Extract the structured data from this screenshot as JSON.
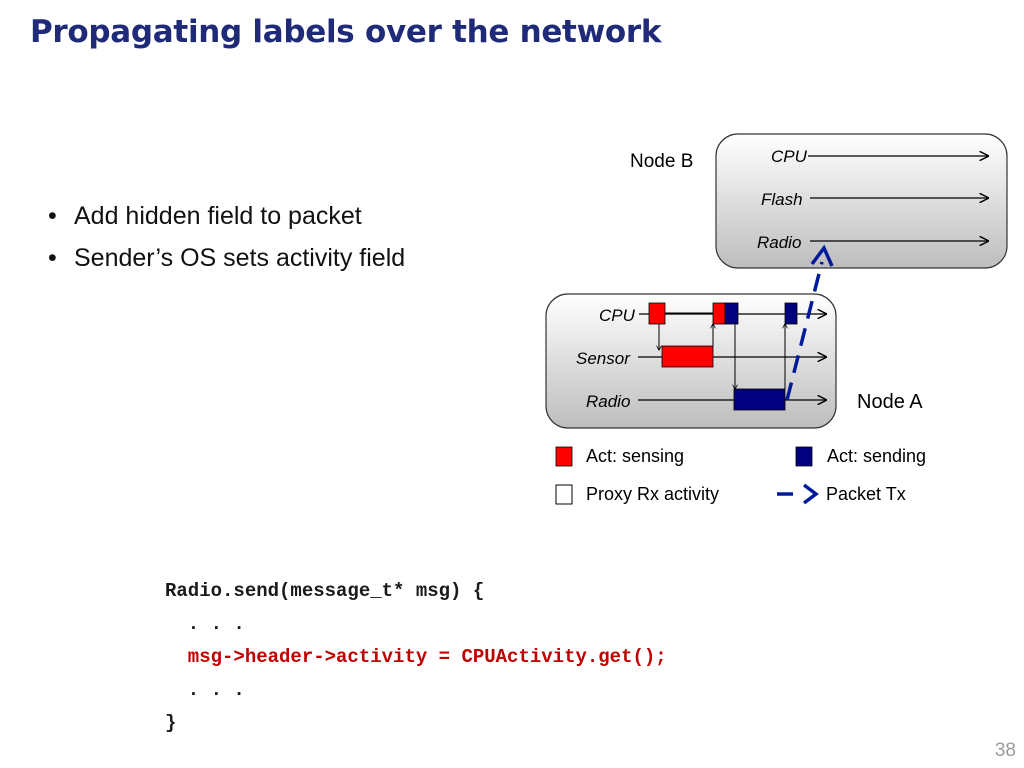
{
  "slide": {
    "title": "Propagating labels over the network",
    "bullets": [
      "Add hidden field to packet",
      "Sender’s OS sets activity field"
    ],
    "page_number": "38"
  },
  "diagram": {
    "node_b": {
      "label": "Node B",
      "rows": [
        "CPU",
        "Flash",
        "Radio"
      ]
    },
    "node_a": {
      "label": "Node A",
      "rows": [
        "CPU",
        "Sensor",
        "Radio"
      ]
    },
    "legend": {
      "sensing": "Act: sensing",
      "sending": "Act: sending",
      "proxy": "Proxy Rx activity",
      "packet": "Packet Tx"
    },
    "colors": {
      "sensing": "#ff0000",
      "sending": "#000080",
      "title": "#1f2a78",
      "packet": "#001a99"
    }
  },
  "code": {
    "line1": "Radio.send(message_t* msg) {",
    "line2": "  . . .",
    "line3": "  msg->header->activity = CPUActivity.get();",
    "line4": "  . . .",
    "line5": "}"
  }
}
